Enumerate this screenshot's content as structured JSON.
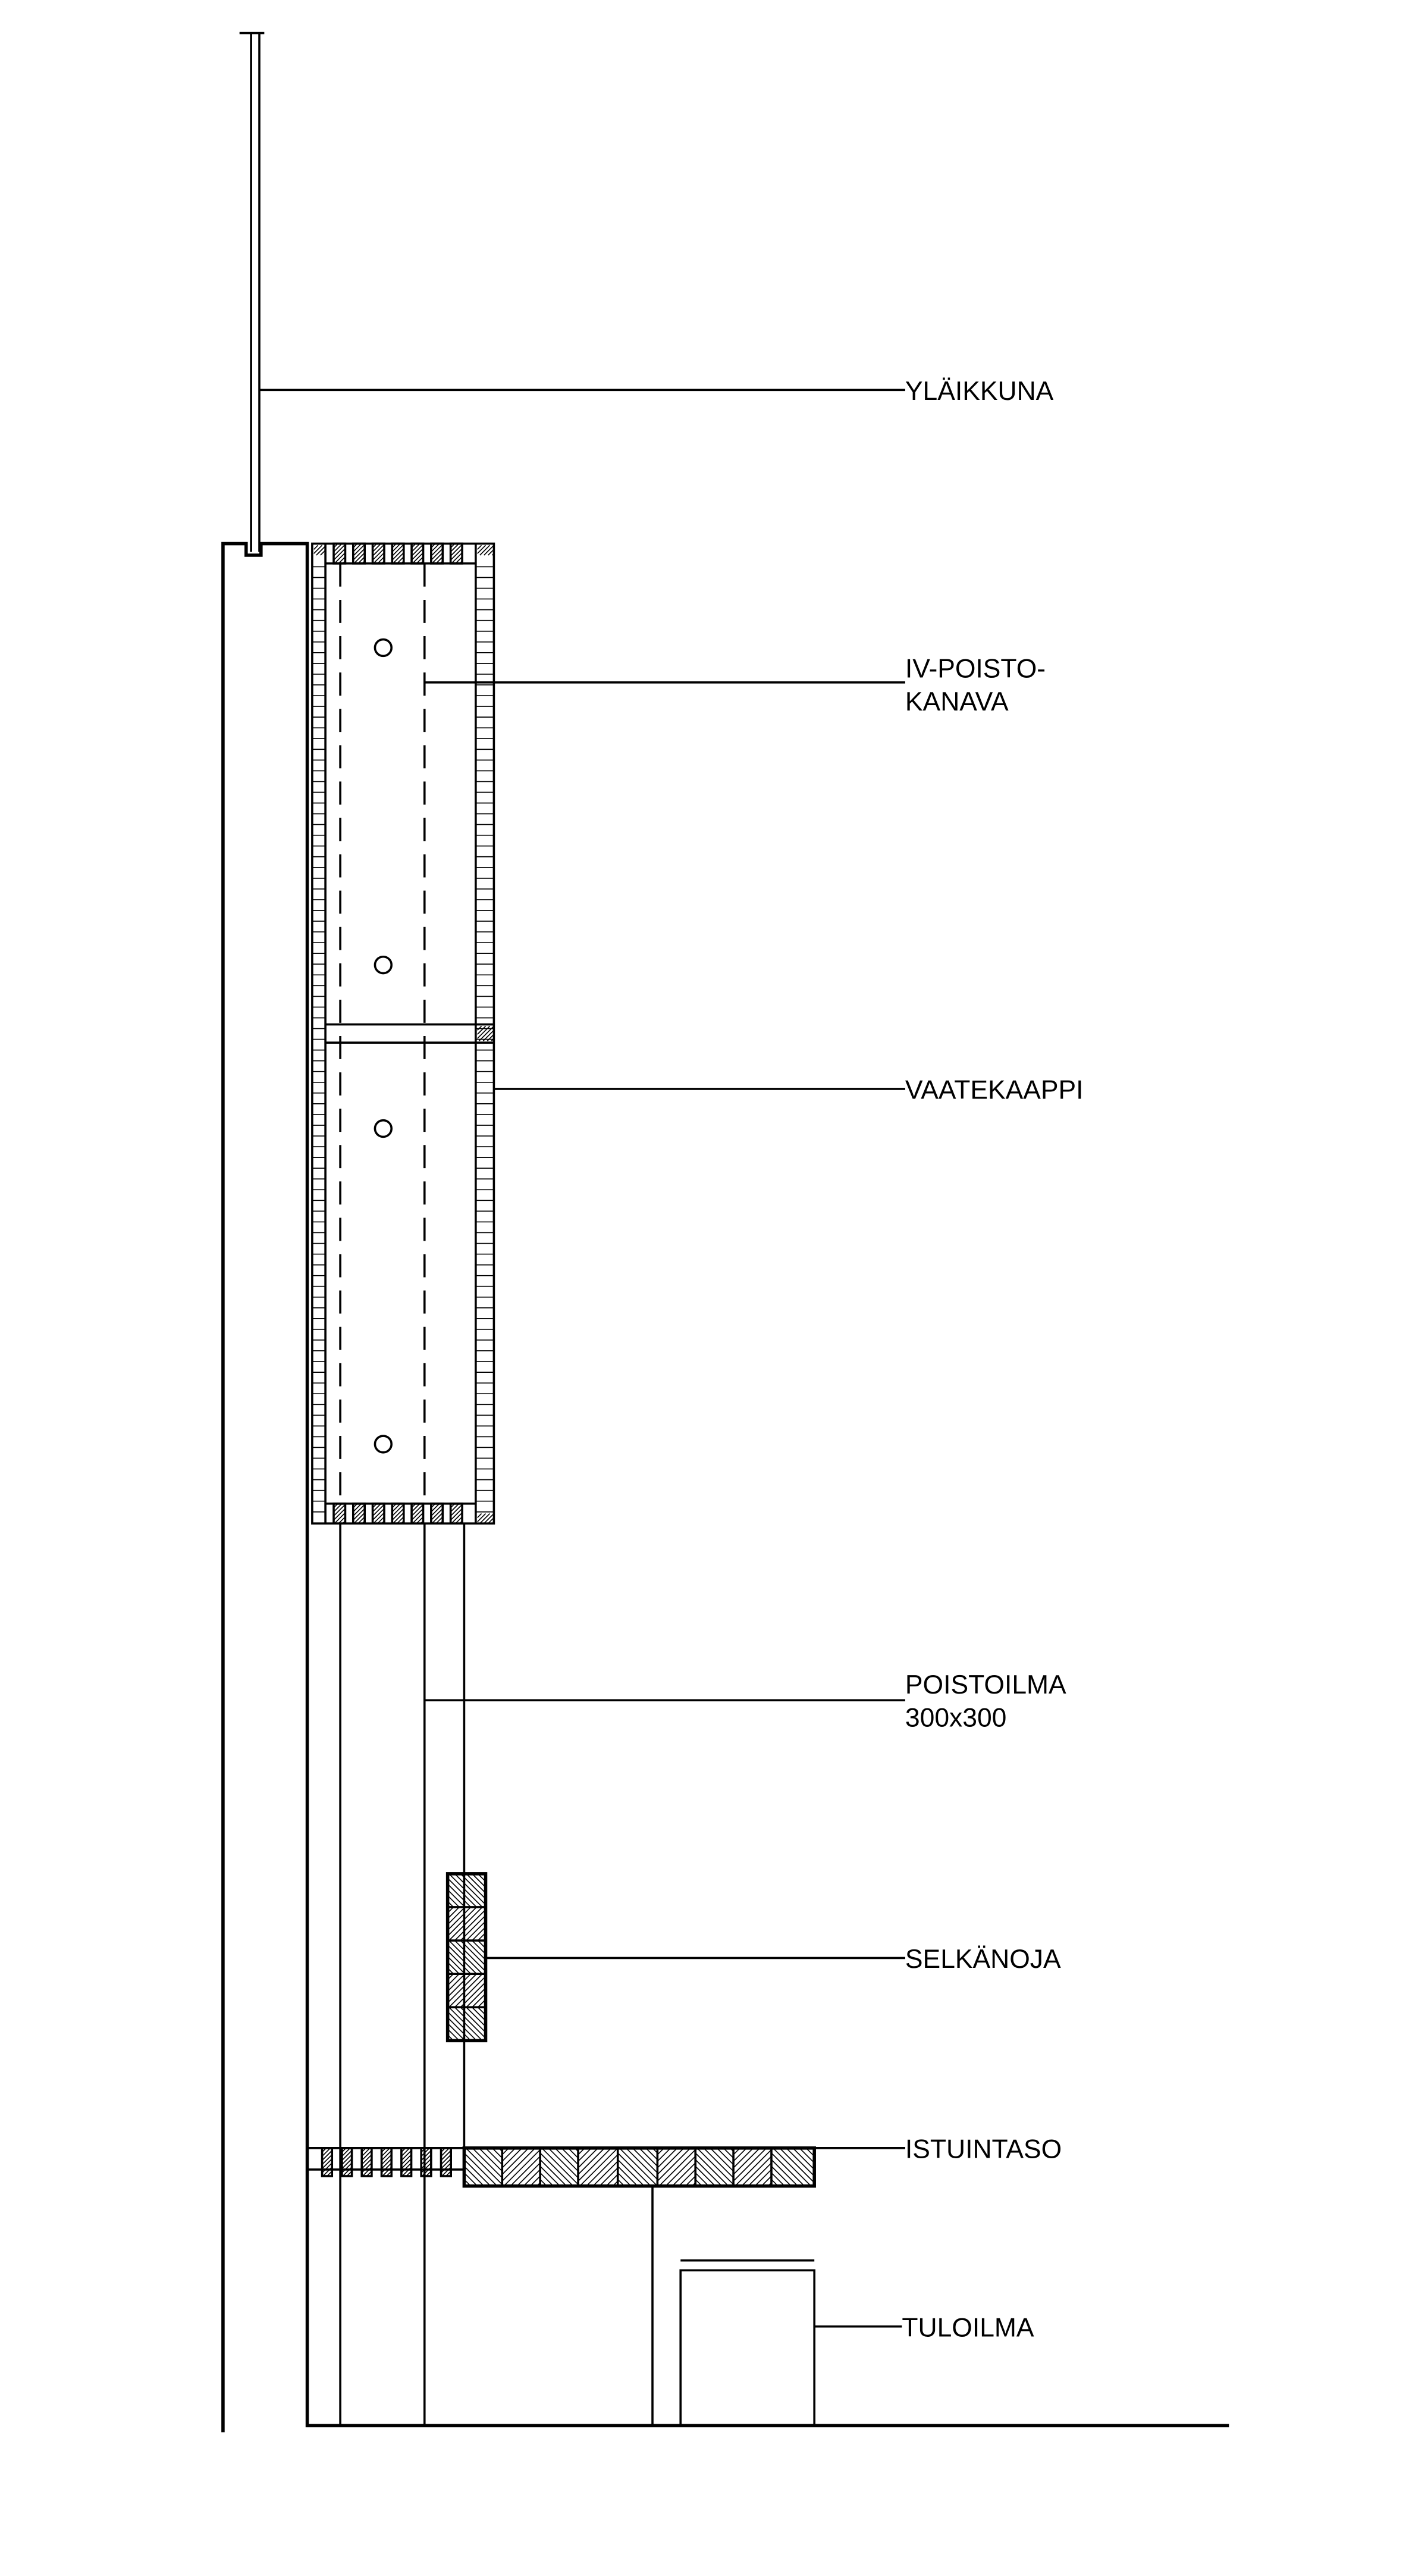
{
  "labels": {
    "ylaikkuna": "YLÄIKKUNA",
    "iv_poisto_1": "IV-POISTO-",
    "iv_poisto_2": "KANAVA",
    "vaatekaappi": "VAATEKAAPPI",
    "poistoilma_1": "POISTOILMA",
    "poistoilma_2": "300x300",
    "selkanoja": "SELKÄNOJA",
    "istuintaso": "ISTUINTASO",
    "tuloilma": "TULOILMA"
  },
  "colors": {
    "line": "#000000",
    "background": "#ffffff"
  }
}
